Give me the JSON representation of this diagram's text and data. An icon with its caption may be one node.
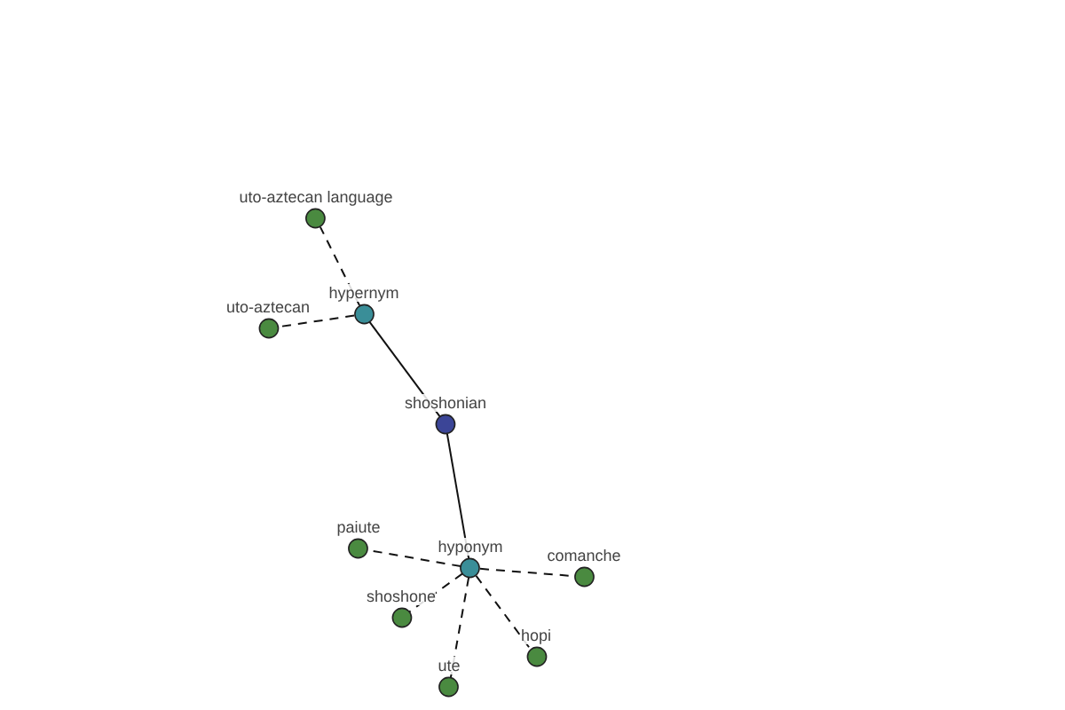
{
  "diagram": {
    "nodes": [
      {
        "text": [
          "shoshonian"
        ]
      },
      {
        "text": [
          "hypernym"
        ]
      },
      {
        "text": [
          "uto-aztecan language"
        ]
      },
      {
        "text": [
          "uto-aztecan"
        ]
      },
      {
        "text": [
          "hyponym"
        ]
      },
      {
        "text": [
          "paiute"
        ]
      },
      {
        "text": [
          "comanche"
        ]
      },
      {
        "text": [
          "shoshone"
        ]
      },
      {
        "text": [
          "hopi"
        ]
      },
      {
        "text": [
          "ute"
        ]
      }
    ],
    "edges": [
      {
        "from": 0,
        "to": 1,
        "arrow": "none"
      },
      {
        "from": 0,
        "to": 4,
        "arrow": "none"
      },
      {
        "from": 1,
        "to": 2,
        "arrow": "none",
        "style": "dashed"
      },
      {
        "from": 1,
        "to": 3,
        "arrow": "none",
        "style": "dashed"
      },
      {
        "from": 4,
        "to": 5,
        "arrow": "none",
        "style": "dashed"
      },
      {
        "from": 4,
        "to": 6,
        "arrow": "none",
        "style": "dashed"
      },
      {
        "from": 4,
        "to": 7,
        "arrow": "none",
        "style": "dashed"
      },
      {
        "from": 4,
        "to": 8,
        "arrow": "none",
        "style": "dashed"
      },
      {
        "from": 4,
        "to": 9,
        "arrow": "none",
        "style": "dashed"
      }
    ]
  }
}
